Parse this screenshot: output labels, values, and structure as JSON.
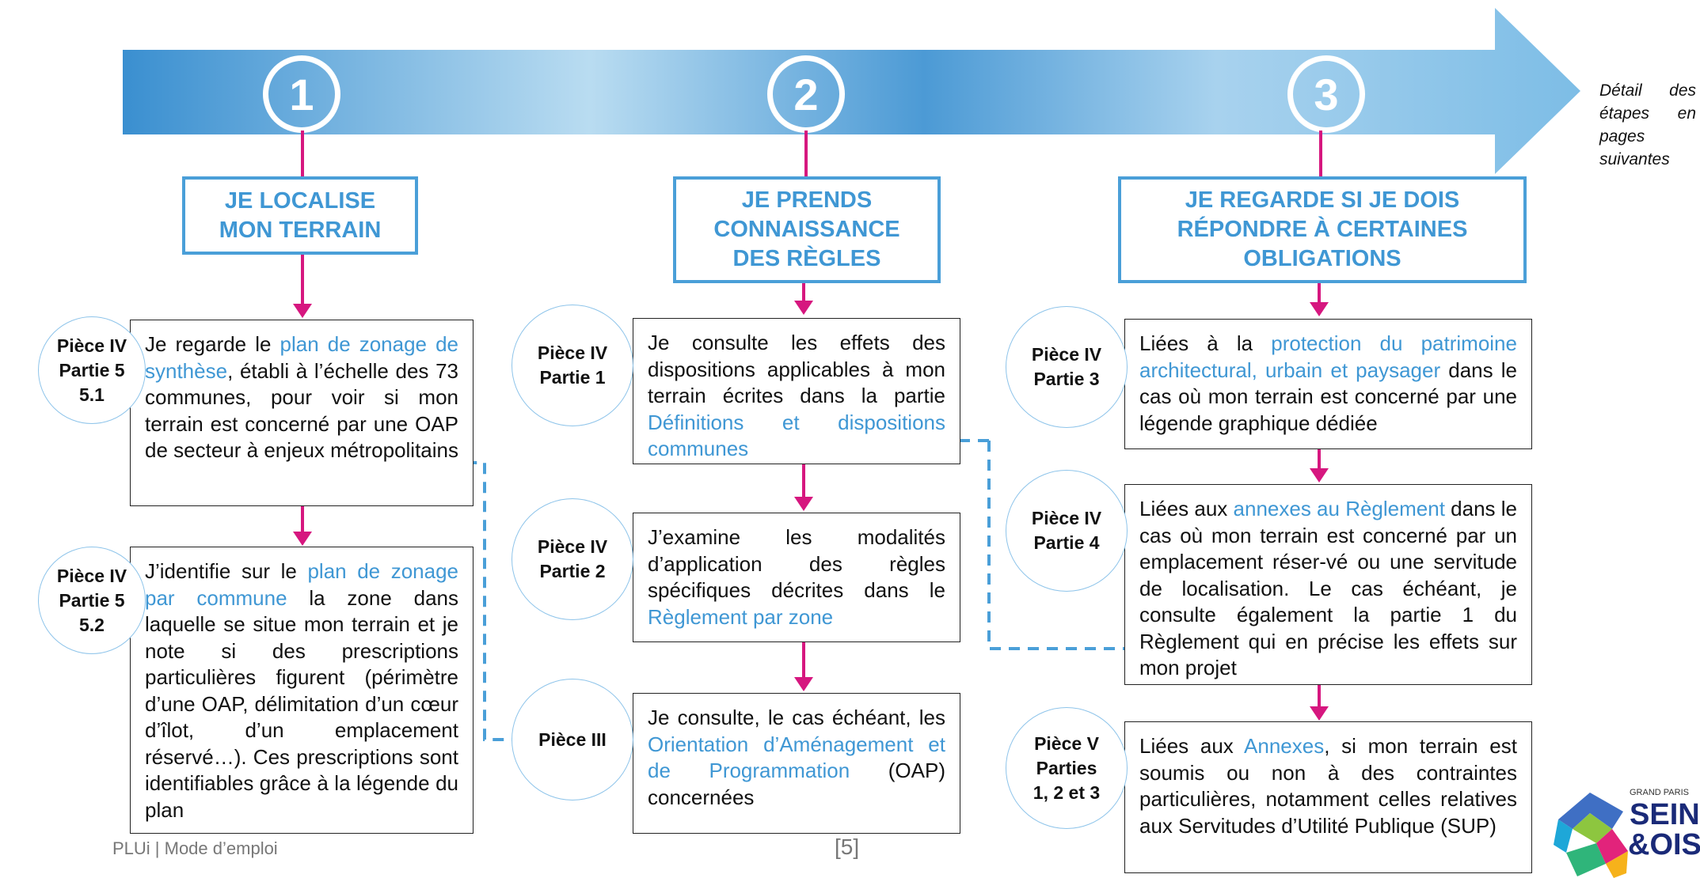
{
  "steps": [
    {
      "number": "1",
      "title_lines": [
        "JE LOCALISE",
        "MON TERRAIN"
      ]
    },
    {
      "number": "2",
      "title_lines": [
        "JE PRENDS",
        "CONNAISSANCE",
        "DES RÈGLES"
      ]
    },
    {
      "number": "3",
      "title_lines": [
        "JE REGARDE SI JE DOIS",
        "RÉPONDRE À CERTAINES",
        "OBLIGATIONS"
      ]
    }
  ],
  "side_note": "Détail des étapes en pages suivantes",
  "column1": [
    {
      "piece_lines": [
        "Pièce IV",
        "Partie 5",
        "5.1"
      ],
      "t0": "Je regarde le ",
      "t1": "plan de zonage de synthèse",
      "t2": ", établi à l’échelle des 73 communes, pour voir si mon terrain est concerné par une ",
      "t3": "OAP de secteur à enjeux métropolitains"
    },
    {
      "piece_lines": [
        "Pièce IV",
        "Partie 5",
        "5.2"
      ],
      "t0": "J’identifie sur le ",
      "t1": "plan de zonage par commune",
      "t2": " la zone dans laquelle se situe mon terrain et je note si des prescriptions particulières figurent (périmètre d’une OAP, délimitation d’un cœur d’îlot, d’un emplacement réservé…). Ces prescriptions sont identifiables grâce à la légende du plan"
    }
  ],
  "column2": [
    {
      "piece_lines": [
        "Pièce IV",
        "Partie 1"
      ],
      "t0": "Je consulte les effets des dispositions applicables à mon terrain écrites dans la partie ",
      "t1": "Définitions et dispositions communes",
      "t2": ""
    },
    {
      "piece_lines": [
        "Pièce IV",
        "Partie 2"
      ],
      "t0": "J’examine les modalités d’application des règles spécifiques décrites dans le ",
      "t1": "Règlement par zone",
      "t2": ""
    },
    {
      "piece_lines": [
        "Pièce III"
      ],
      "t0": "Je consulte, le cas échéant, les ",
      "t1": "Orientation d’Aménagement et de Programmation",
      "t2": " (OAP) concernées"
    }
  ],
  "column3": [
    {
      "piece_lines": [
        "Pièce IV",
        "Partie 3"
      ],
      "t0": "Liées à la ",
      "t1": "protection du patrimoine architectural, urbain et paysager",
      "t2": " dans le cas où mon terrain est concerné par une légende graphique dédiée"
    },
    {
      "piece_lines": [
        "Pièce IV",
        "Partie 4"
      ],
      "t0": "Liées aux ",
      "t1": "annexes au Règlement",
      "t2": " dans le cas où mon terrain est concerné par un emplacement réser-vé ou une servitude de localisation. Le cas échéant, je consulte également la partie 1 du Règlement qui en précise les effets sur mon projet"
    },
    {
      "piece_lines": [
        "Pièce V",
        "Parties",
        "1, 2 et 3"
      ],
      "t0": "Liées aux ",
      "t1": "Annexes",
      "t2": ", si mon terrain est soumis ou non à des contraintes particulières, notamment celles relatives aux Servitudes d’Utilité Publique (SUP)"
    }
  ],
  "footer": {
    "left": "PLUi | Mode d’emploi",
    "page": "[5]"
  },
  "logo": {
    "top": "GRAND PARIS",
    "line1": "SEINE",
    "line2": "&OISE"
  },
  "colors": {
    "accent": "#3f97d4",
    "arrow": "#d6177f",
    "dashed": "#4a9fd8"
  }
}
